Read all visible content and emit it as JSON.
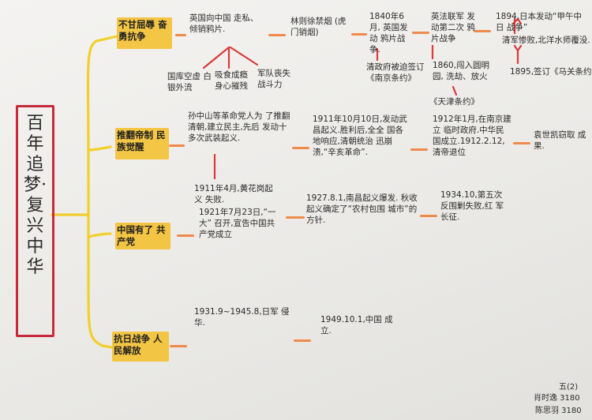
{
  "center": {
    "title": "百年追梦·复兴中华"
  },
  "branches": [
    {
      "title": "不甘屈辱 奋勇抗争",
      "nodes": {
        "n1": "英国向中国 走私、倾销鸦片.",
        "n2": "林则徐禁烟 (虎门销烟)",
        "n3": "1840年6月, 英国发动 鸦片战争.",
        "n4": "英法联军 发动第二次 鸦片战争",
        "n5": "1894,日本发动“甲午中日 战争”",
        "sub1": "国库空虚 白银外流",
        "sub2": "吸食成瘾 身心摧残",
        "sub3": "军队丧失 战斗力",
        "n6": "清政府被迫签订《南京条约》",
        "n7": "1860,闯入圆明园, 洗劫、放火",
        "n8": "《天津条约》",
        "n9": "清军惨败,北洋水师覆没.",
        "n10": "1895,签订《马关条约》"
      }
    },
    {
      "title": "推翻帝制 民族觉醒",
      "nodes": {
        "n1": "孙中山等革命党人为 了推翻清朝,建立民主,先后 发动十多次武装起义.",
        "n2": "1911年4月,黄花岗起义 失败.",
        "n3": "1911年10月10日,发动武 昌起义.胜利后,全全 国各地响应,清朝统治 迅崩溃,“辛亥革命”.",
        "n4": "1912年1月,在南京建立 临时政府.中华民 国成立.1912.2.12, 清帝退位",
        "n5": "袁世凯窃取 成果."
      }
    },
    {
      "title": "中国有了 共产党",
      "nodes": {
        "n1": "1921年7月23日,“一大” 召开,宣告中国共 产党成立",
        "n2": "1927.8.1,南昌起义爆发. 秋收起义确定了“农村包围 城市”的方针.",
        "n3": "1934.10,第五次 反围剿失败,红 军长征."
      }
    },
    {
      "title": "抗日战争 人民解放",
      "nodes": {
        "n1": "1931.9~1945.8,日军 侵华.",
        "n2": "1949.10.1,中国 成立."
      }
    }
  ],
  "signature": {
    "line1": "五(2)",
    "line2": "肖时逸 3180",
    "line3": "陈思羽 3180"
  }
}
